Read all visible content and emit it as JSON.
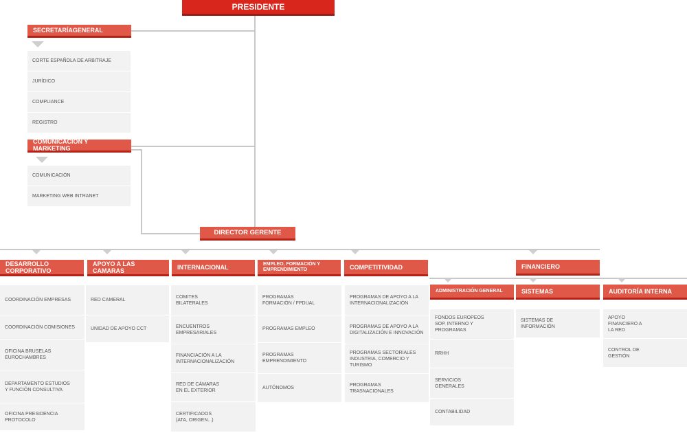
{
  "presidente": "PRESIDENTE",
  "secretaria": {
    "title": "SECRETARÍAGENERAL",
    "items": [
      "CORTE ESPAÑOLA DE ARBITRAJE",
      "JURÍDICO",
      "COMPLIANCE",
      "REGISTRO"
    ]
  },
  "comunicacion": {
    "title": "COMUNICACIÓN Y MARKETING",
    "items": [
      "COMUNICACIÓN",
      "MARKETING WEB INTRANET"
    ]
  },
  "director": "DIRECTOR GERENTE",
  "desarrollo": {
    "title": "DESARROLLO\nCORPORATIVO",
    "items": [
      "COORDINACIÓN EMPRESAS",
      "COORDINACIÓN COMISIONES",
      "OFICINA BRUSELAS\nEUROCHAMBRES",
      "DEPARTAMENTO ESTUDIOS\nY FUNCIÓN CONSULTIVA",
      "OFICINA PRESIDENCIA\nPROTOCOLO"
    ]
  },
  "apoyo": {
    "title": "APOYO A LAS\nCAMARAS",
    "items": [
      "RED CAMERAL",
      "UNIDAD DE APOYO CCT"
    ]
  },
  "internacional": {
    "title": "INTERNACIONAL",
    "items": [
      "COMITES\nBILATERALES",
      "ENCUENTROS\nEMPRESARIALES",
      "FINANCIACIÓN A LA\nINTERNACIONALIZACIÓN",
      "RED DE CÁMARAS\nEN EL EXTERIOR",
      "CERTIFICADOS\n(ATA, ORIGEN...)"
    ]
  },
  "empleo": {
    "title": "EMPLEO, FORMACIÓN Y\nEMPRENDIMIENTO",
    "items": [
      "PROGRAMAS\nFORMACIÓN / FPDUAL",
      "PROGRAMAS EMPLEO",
      "PROGRAMAS\nEMPRENDIMIENTO",
      "AUTÓNOMOS"
    ]
  },
  "competitividad": {
    "title": "COMPETITIVIDAD",
    "items": [
      "PROGRAMAS DE APOYO A LA\nINTERNACIONALIZACIÓN",
      "PROGRAMAS DE APOYO A LA\nDIGITALIZACIÓN E INNOVACIÓN",
      "PROGRAMAS SECTORIALES\nINDUSTRIA, COMERCIO Y\nTURISMO",
      "PROGRAMAS\nTRASNACIONALES"
    ]
  },
  "financiero": {
    "title": "FINANCIERO"
  },
  "administracion": {
    "title": "ADMINISTRACIÓN GENERAL",
    "items": [
      "FONDOS EUROPEOS\nSOP. INTERNO Y\nPROGRAMAS",
      "RRHH",
      "SERVICIOS\nGENERALES",
      "CONTABILIDAD"
    ]
  },
  "sistemas": {
    "title": "SISTEMAS",
    "items": [
      "SISTEMAS DE\nINFORMACIÓN"
    ]
  },
  "auditoria": {
    "title": "AUDITORÍA INTERNA",
    "items": [
      "APOYO\nFINANCIERO A\nLA RED",
      "CONTROL DE\nGESTIÓN"
    ]
  }
}
